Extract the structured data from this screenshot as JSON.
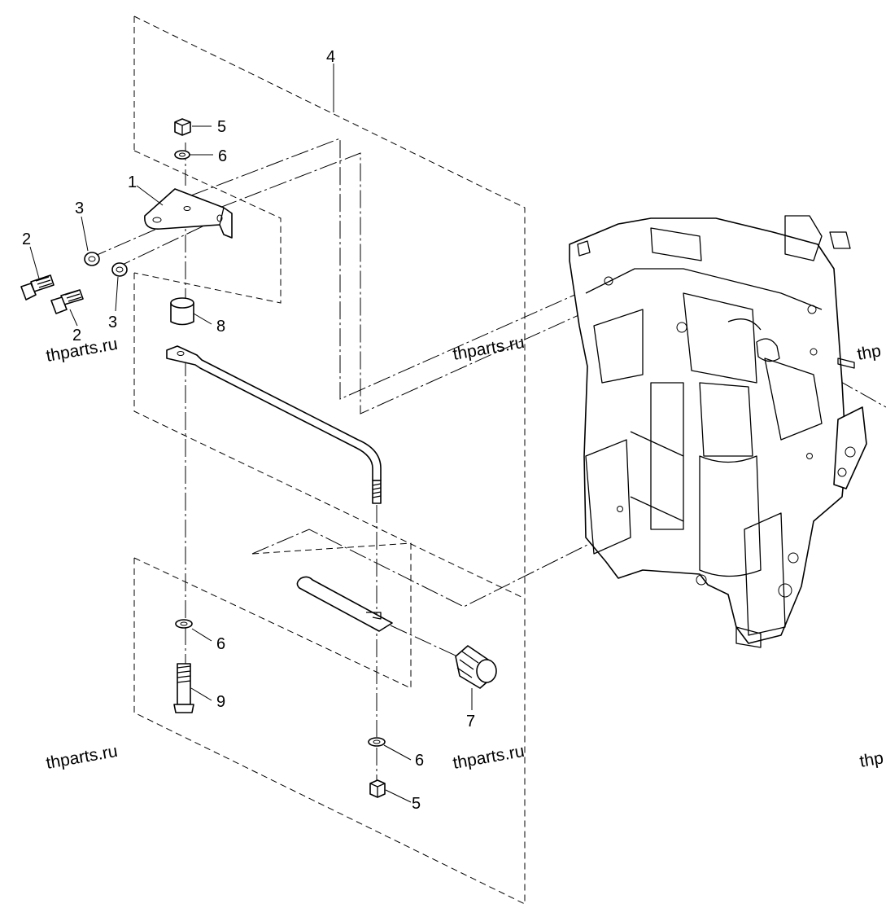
{
  "callouts": [
    {
      "id": "c1",
      "text": "1"
    },
    {
      "id": "c2a",
      "text": "2"
    },
    {
      "id": "c2b",
      "text": "2"
    },
    {
      "id": "c3a",
      "text": "3"
    },
    {
      "id": "c3b",
      "text": "3"
    },
    {
      "id": "c4",
      "text": "4"
    },
    {
      "id": "c5a",
      "text": "5"
    },
    {
      "id": "c5b",
      "text": "5"
    },
    {
      "id": "c6a",
      "text": "6"
    },
    {
      "id": "c6b",
      "text": "6"
    },
    {
      "id": "c6c",
      "text": "6"
    },
    {
      "id": "c7",
      "text": "7"
    },
    {
      "id": "c8",
      "text": "8"
    },
    {
      "id": "c9",
      "text": "9"
    }
  ],
  "watermarks": [
    {
      "text": "thparts.ru"
    },
    {
      "text": "thparts.ru"
    },
    {
      "text": "thparts.ru"
    },
    {
      "text": "thparts.ru"
    },
    {
      "text": "thp"
    },
    {
      "text": "thp"
    }
  ]
}
